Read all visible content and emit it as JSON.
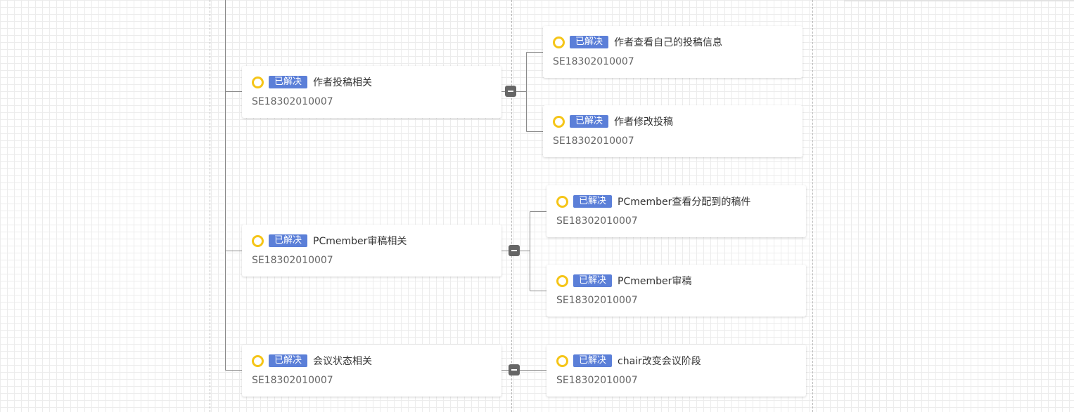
{
  "mindmap": {
    "parents": [
      {
        "status": "已解决",
        "title": "作者投稿相关",
        "id": "SE18302010007",
        "children": [
          {
            "status": "已解决",
            "title": "作者查看自己的投稿信息",
            "id": "SE18302010007"
          },
          {
            "status": "已解决",
            "title": "作者修改投稿",
            "id": "SE18302010007"
          }
        ]
      },
      {
        "status": "已解决",
        "title": "PCmember审稿相关",
        "id": "SE18302010007",
        "children": [
          {
            "status": "已解决",
            "title": "PCmember查看分配到的稿件",
            "id": "SE18302010007"
          },
          {
            "status": "已解决",
            "title": "PCmember审稿",
            "id": "SE18302010007"
          }
        ]
      },
      {
        "status": "已解决",
        "title": "会议状态相关",
        "id": "SE18302010007",
        "children": [
          {
            "status": "已解决",
            "title": "chair改变会议阶段",
            "id": "SE18302010007"
          }
        ]
      }
    ]
  },
  "colors": {
    "badge": "#5b7fd8",
    "status_ring": "#f5c518",
    "collapse_button": "#666666"
  },
  "icons": {
    "status": "status-ring-icon",
    "collapse": "minus-square-icon"
  }
}
